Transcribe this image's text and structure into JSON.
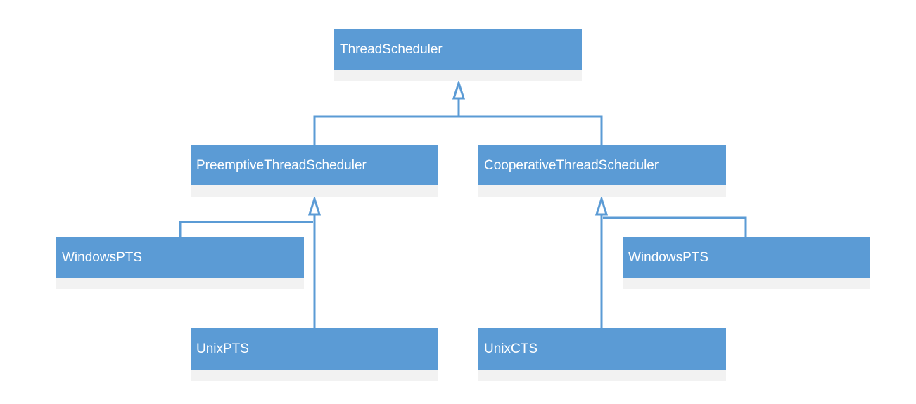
{
  "colors": {
    "box_fill": "#5b9bd5",
    "box_text": "#ffffff",
    "box_body": "#f2f2f2",
    "connector": "#5b9bd5"
  },
  "classes": {
    "thread_scheduler": "ThreadScheduler",
    "preemptive_thread_scheduler": "PreemptiveThreadScheduler",
    "cooperative_thread_scheduler": "CooperativeThreadScheduler",
    "windows_pts_left": "WindowsPTS",
    "unix_pts": "UnixPTS",
    "windows_pts_right": "WindowsPTS",
    "unix_cts": "UnixCTS"
  },
  "relations": [
    {
      "from": "preemptive_thread_scheduler",
      "to": "thread_scheduler",
      "type": "generalization"
    },
    {
      "from": "cooperative_thread_scheduler",
      "to": "thread_scheduler",
      "type": "generalization"
    },
    {
      "from": "windows_pts_left",
      "to": "preemptive_thread_scheduler",
      "type": "generalization"
    },
    {
      "from": "unix_pts",
      "to": "preemptive_thread_scheduler",
      "type": "generalization"
    },
    {
      "from": "windows_pts_right",
      "to": "cooperative_thread_scheduler",
      "type": "generalization"
    },
    {
      "from": "unix_cts",
      "to": "cooperative_thread_scheduler",
      "type": "generalization"
    }
  ]
}
